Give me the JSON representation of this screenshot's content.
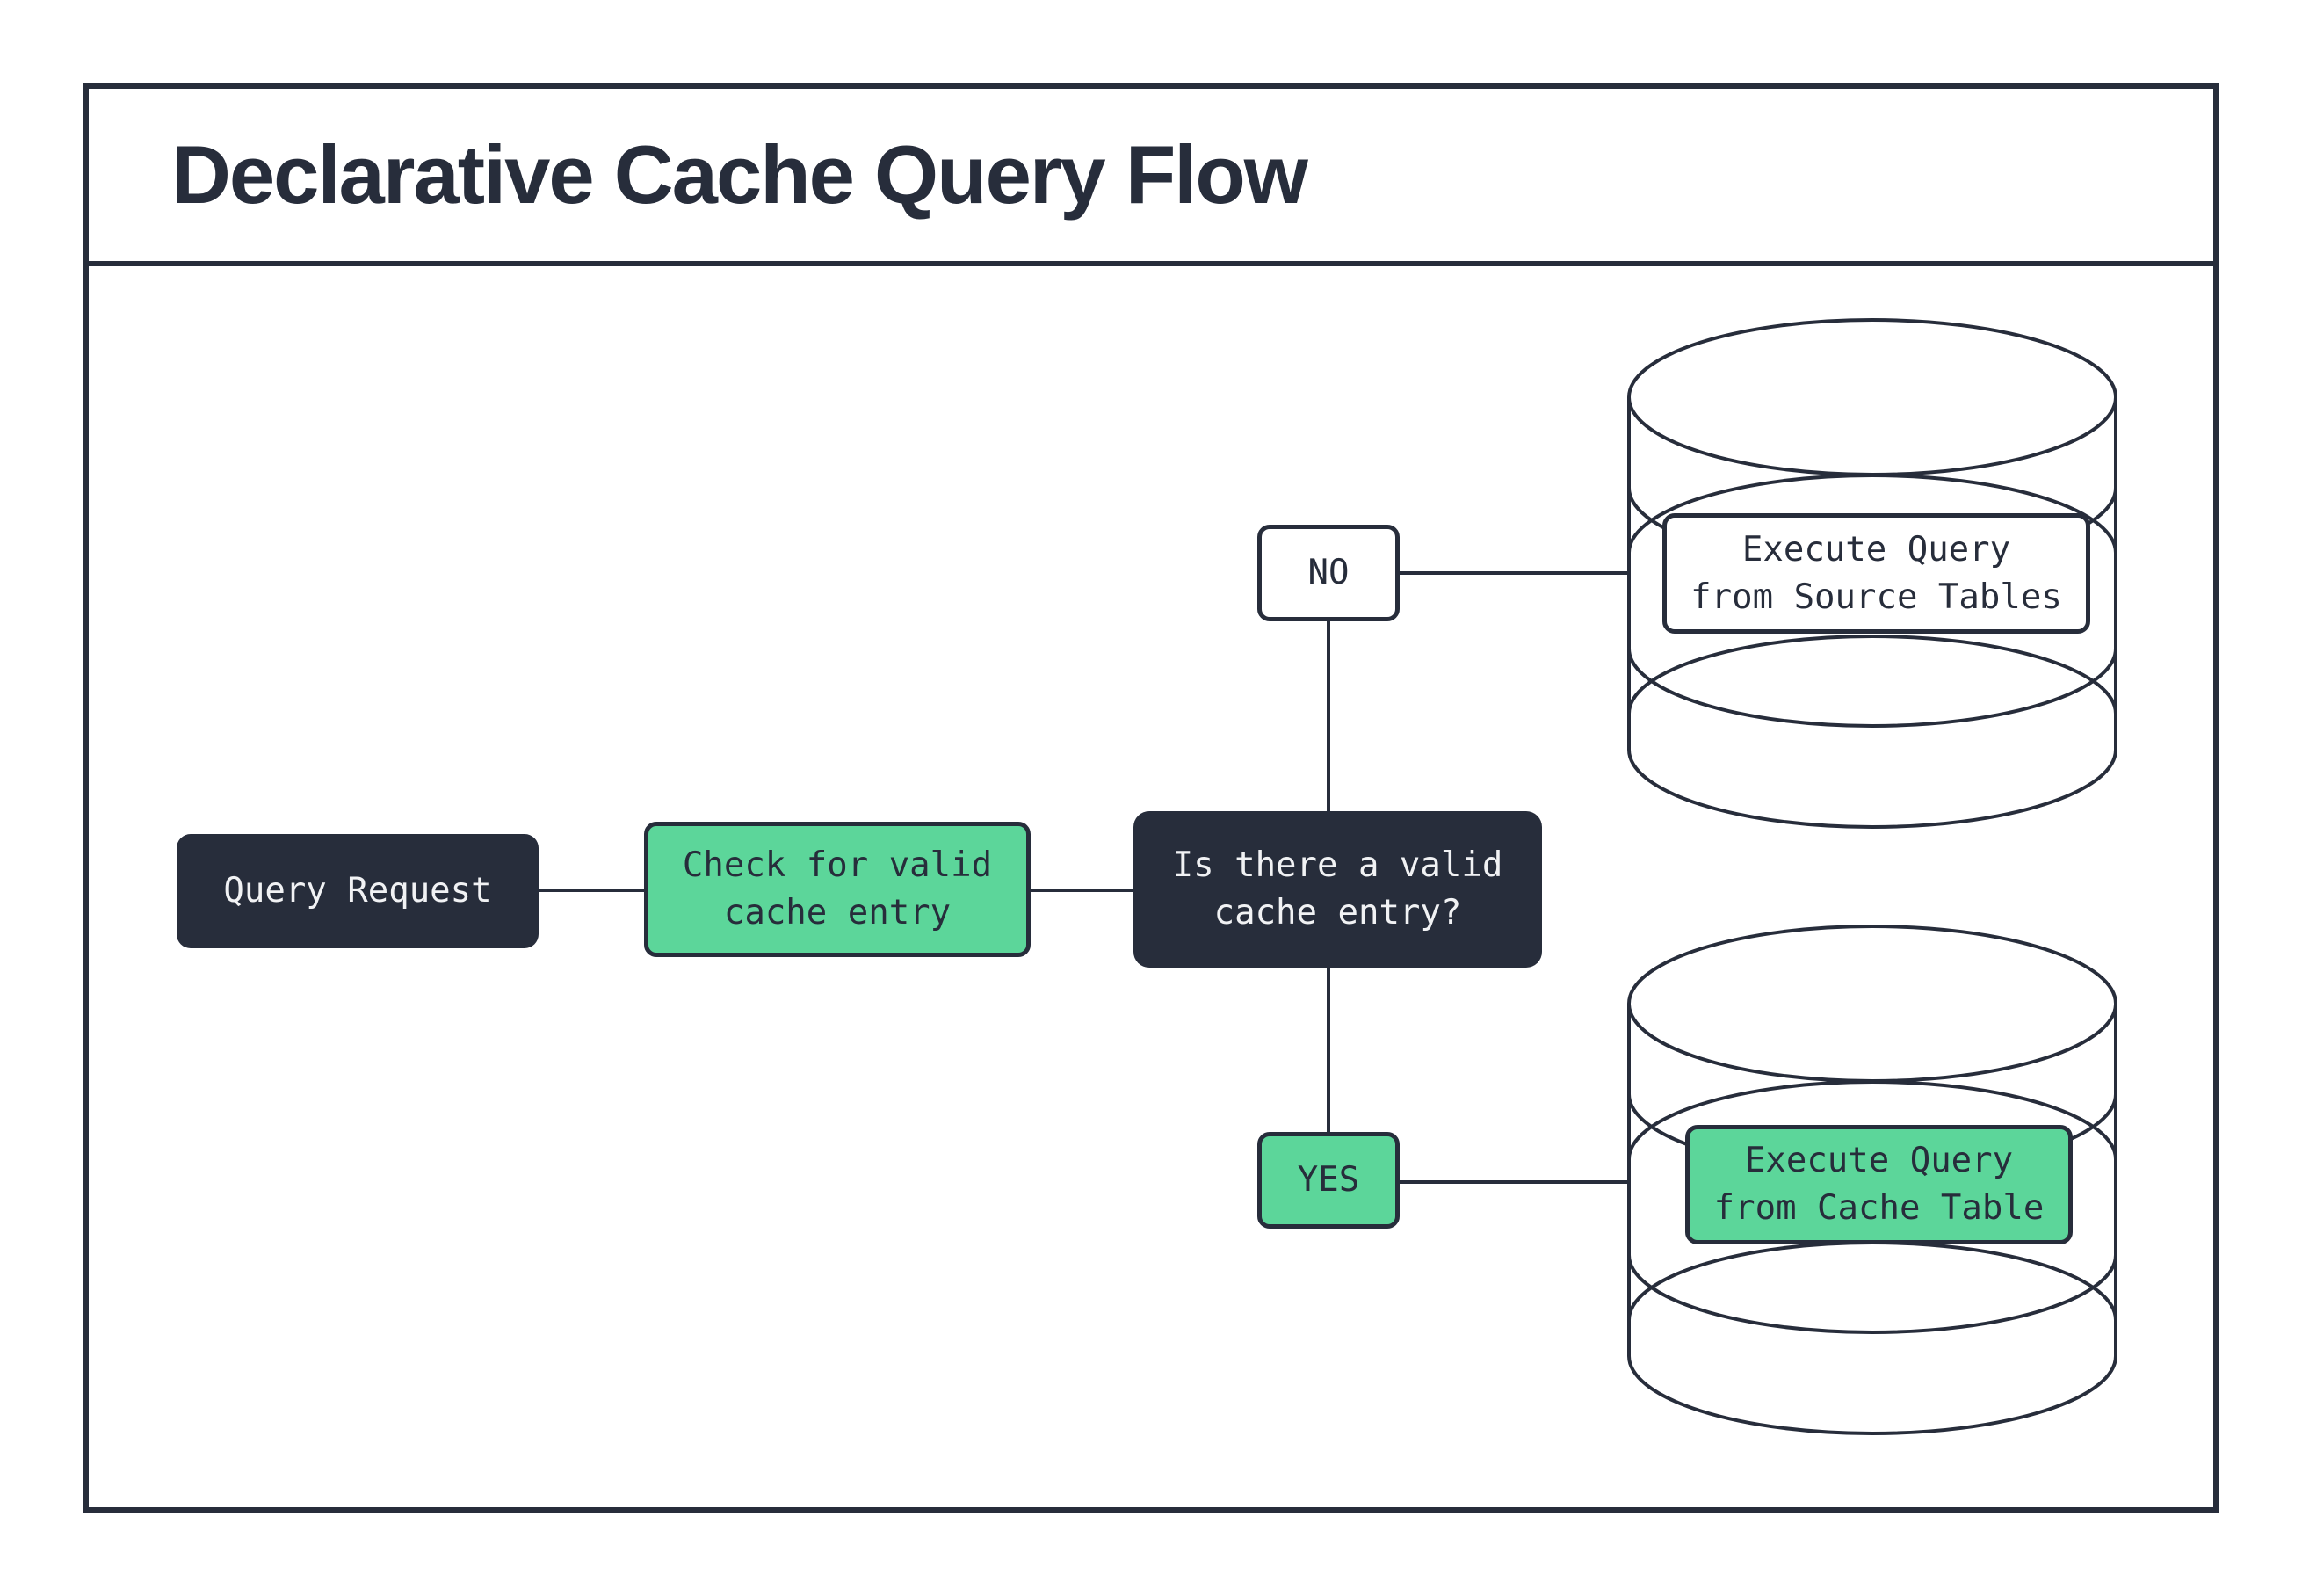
{
  "title": "Declarative Cache Query Flow",
  "colors": {
    "dark": "#272d3b",
    "green": "#5cd69a",
    "light_text": "#f1f2f4",
    "background": "#ffffff"
  },
  "nodes": {
    "query_request": {
      "label": "Query Request"
    },
    "check_cache": {
      "lines": [
        "Check for valid",
        "cache entry"
      ]
    },
    "decision": {
      "lines": [
        "Is there a valid",
        "cache entry?"
      ]
    },
    "no": {
      "label": "NO"
    },
    "yes": {
      "label": "YES"
    },
    "source_db": {
      "lines": [
        "Execute Query",
        "from Source Tables"
      ]
    },
    "cache_db": {
      "lines": [
        "Execute Query",
        "from Cache Table"
      ]
    }
  }
}
